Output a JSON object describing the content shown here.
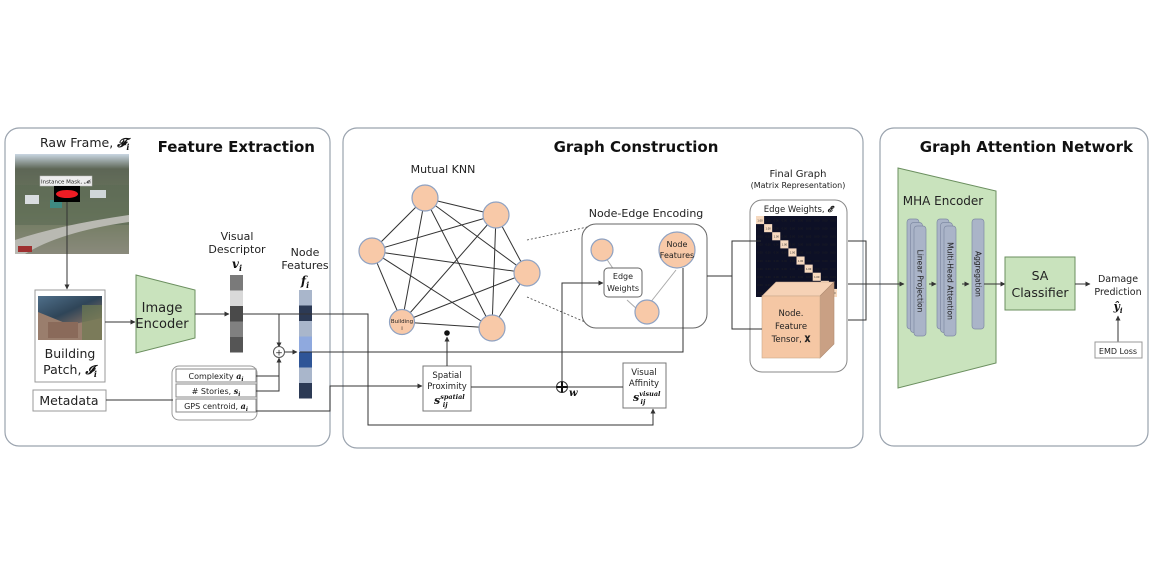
{
  "panels": {
    "feature_extraction": {
      "title": "Feature Extraction",
      "raw_frame_label": "Raw Frame, ",
      "raw_frame_symbol": "𝓕",
      "raw_frame_sub": "i",
      "instance_mask_label": "Instance Mask, 𝓜ᵢ",
      "building_patch_label_1": "Building",
      "building_patch_label_2": "Patch, ",
      "building_patch_symbol": "𝓘",
      "building_patch_sub": "i",
      "image_encoder_1": "Image",
      "image_encoder_2": "Encoder",
      "visual_descriptor_1": "Visual",
      "visual_descriptor_2": "Descriptor",
      "visual_descriptor_symbol": "v",
      "visual_descriptor_sub": "i",
      "node_features_1": "Node",
      "node_features_2": "Features",
      "node_features_symbol": "f",
      "node_features_sub": "i",
      "plus_symbol": "+",
      "metadata_label": "Metadata",
      "meta_items": [
        {
          "label": "Complexity ",
          "symbol": "a",
          "sub": "i"
        },
        {
          "label": "# Stories, ",
          "symbol": "s",
          "sub": "i"
        },
        {
          "label": "GPS centroid, ",
          "symbol": "a",
          "sub": "i"
        }
      ],
      "visual_descriptor_colors": [
        "#7a7a7a",
        "#d9d9d9",
        "#4a4a4a",
        "#808080",
        "#555555"
      ],
      "node_feature_colors": [
        "#a9b6cb",
        "#2c3a55",
        "#a9b6cb",
        "#8fa9de",
        "#2f5597",
        "#a9b6cb",
        "#2c3a55"
      ]
    },
    "graph_construction": {
      "title": "Graph Construction",
      "mutual_knn_label": "Mutual KNN",
      "building_node_label_1": "Building",
      "building_node_label_2": "i",
      "node_edge_encoding_label": "Node-Edge Encoding",
      "edge_weights_label_1": "Edge",
      "edge_weights_label_2": "Weights",
      "node_features_label_1": "Node",
      "node_features_label_2": "Features",
      "final_graph_label": "Final Graph",
      "matrix_repr_label": "(Matrix Representation)",
      "edge_weights_matrix_label": "Edge Weights, ",
      "edge_weights_matrix_symbol": "𝓔",
      "node_tensor_1": "Node.",
      "node_tensor_2": "Feature",
      "node_tensor_3": "Tensor, ",
      "node_tensor_symbol": "𝐗",
      "spatial_proximity_1": "Spatial",
      "spatial_proximity_2": "Proximity",
      "spatial_symbol": "s",
      "spatial_sup": "spatial",
      "spatial_sub": "ij",
      "visual_affinity_1": "Visual",
      "visual_affinity_2": "Affinity",
      "visual_symbol": "s",
      "visual_sup": "visual",
      "visual_sub": "ij",
      "weight_symbol": "w",
      "matrix_size": 10,
      "matrix_cell_text": "0.00",
      "matrix_diag_text": "1.00"
    },
    "graph_attention_network": {
      "title": "Graph Attention Network",
      "mha_encoder_label": "MHA Encoder",
      "linear_projection_label": "Linear Projection",
      "multi_head_attention_label": "Multi-Head Attention",
      "aggregation_label": "Aggregation",
      "sa_classifier_1": "SA",
      "sa_classifier_2": "Classifier",
      "damage_prediction_1": "Damage",
      "damage_prediction_2": "Prediction",
      "prediction_symbol": "ŷ",
      "prediction_sub": "i",
      "emd_loss_label": "EMD Loss"
    }
  },
  "colors": {
    "node_fill": "#f8c9a8",
    "encoder_fill": "#c9e3bd",
    "layer_fill": "#aab4c8",
    "matrix_bg": "#0d1026",
    "matrix_diag": "#f6d9bf"
  }
}
